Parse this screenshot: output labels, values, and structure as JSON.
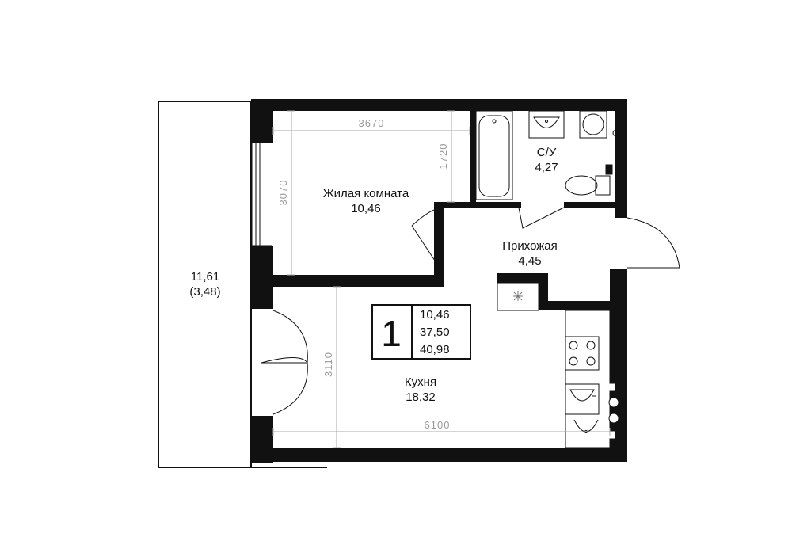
{
  "rooms": {
    "living": {
      "name": "Жилая комната",
      "area": "10,46"
    },
    "bathroom": {
      "name": "С/У",
      "area": "4,27"
    },
    "hall": {
      "name": "Прихожая",
      "area": "4,45"
    },
    "kitchen": {
      "name": "Кухня",
      "area": "18,32"
    },
    "balcony": {
      "area": "11,61",
      "reduced_area": "(3,48)"
    }
  },
  "dimensions": {
    "living_width": "3670",
    "living_depth": "3070",
    "bath_depth": "1720",
    "kitchen_depth": "3110",
    "total_width": "6100"
  },
  "badge": {
    "rooms": "1",
    "living_area": "10,46",
    "total_area": "37,50",
    "total_with_balcony": "40,98"
  }
}
